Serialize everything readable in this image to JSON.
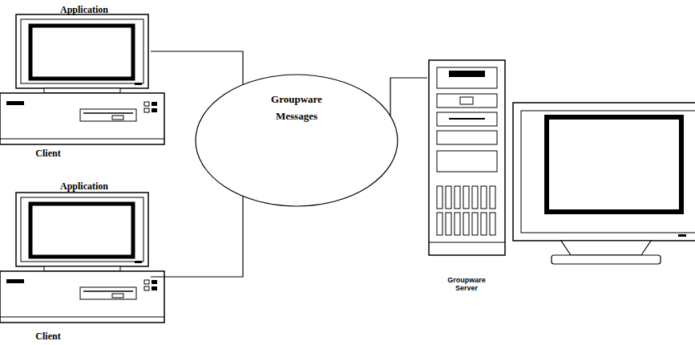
{
  "diagram": {
    "nodes": [
      {
        "text": [
          "Application",
          "Client"
        ]
      },
      {
        "text": [
          "Application",
          "Client"
        ]
      },
      {
        "text": [
          "Groupware Messages"
        ]
      },
      {
        "text": [
          "Groupware Server"
        ]
      }
    ],
    "edges": [
      {
        "from": 0,
        "to": 2,
        "arrow": "none"
      },
      {
        "from": 1,
        "to": 2,
        "arrow": "none"
      },
      {
        "from": 2,
        "to": 3,
        "arrow": "none"
      }
    ]
  }
}
